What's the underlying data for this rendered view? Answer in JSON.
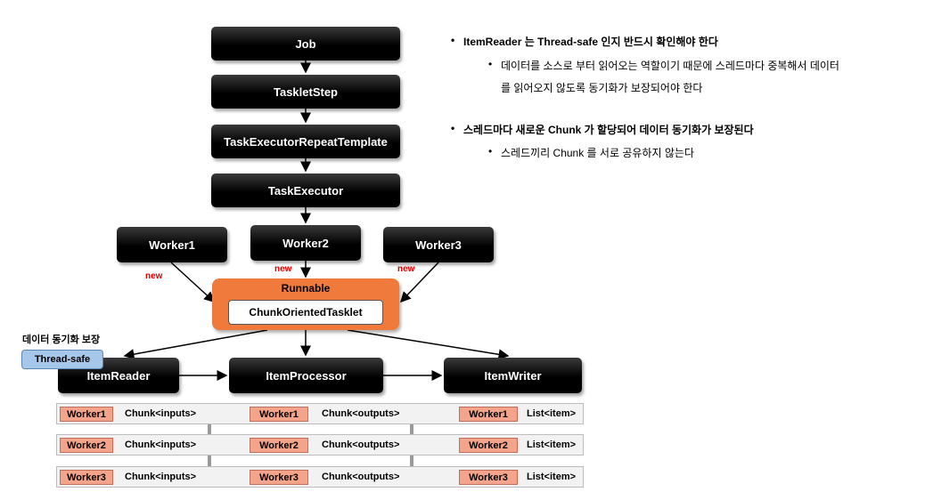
{
  "nodes": {
    "job": "Job",
    "tasklet_step": "TaskletStep",
    "repeat_template": "TaskExecutorRepeatTemplate",
    "task_executor": "TaskExecutor",
    "worker1": "Worker1",
    "worker2": "Worker2",
    "worker3": "Worker3",
    "runnable": "Runnable",
    "chunk_tasklet": "ChunkOrientedTasklet",
    "item_reader": "ItemReader",
    "item_processor": "ItemProcessor",
    "item_writer": "ItemWriter"
  },
  "new_labels": [
    "new",
    "new",
    "new"
  ],
  "sync_label": "데이터 동기화 보장",
  "thread_safe": "Thread-safe",
  "rows": [
    {
      "worker": "Worker1",
      "input": "Chunk<inputs>",
      "output": "Chunk<outputs>",
      "result": "List<item>"
    },
    {
      "worker": "Worker2",
      "input": "Chunk<inputs>",
      "output": "Chunk<outputs>",
      "result": "List<item>"
    },
    {
      "worker": "Worker3",
      "input": "Chunk<inputs>",
      "output": "Chunk<outputs>",
      "result": "List<item>"
    }
  ],
  "bullets": {
    "b1": "ItemReader 는 Thread-safe 인지 반드시 확인해야 한다",
    "b1_sub_line1": "데이터를 소스로 부터 읽어오는 역할이기 때문에 스레드마다 중복해서 데이터",
    "b1_sub_line2": "를 읽어오지 않도록 동기화가 보장되어야 한다",
    "b2": "스레드마다 새로운 Chunk 가 할당되어 데이터 동기화가 보장된다",
    "b2_sub": "스레드끼리 Chunk 를 서로 공유하지 않는다"
  },
  "colors": {
    "node": "#000000",
    "runnable": "#f07a3c",
    "new_text": "#e00000",
    "worker_tag": "#f4a48a",
    "thread_safe": "#a7c7ea",
    "cross": "#e00000"
  }
}
